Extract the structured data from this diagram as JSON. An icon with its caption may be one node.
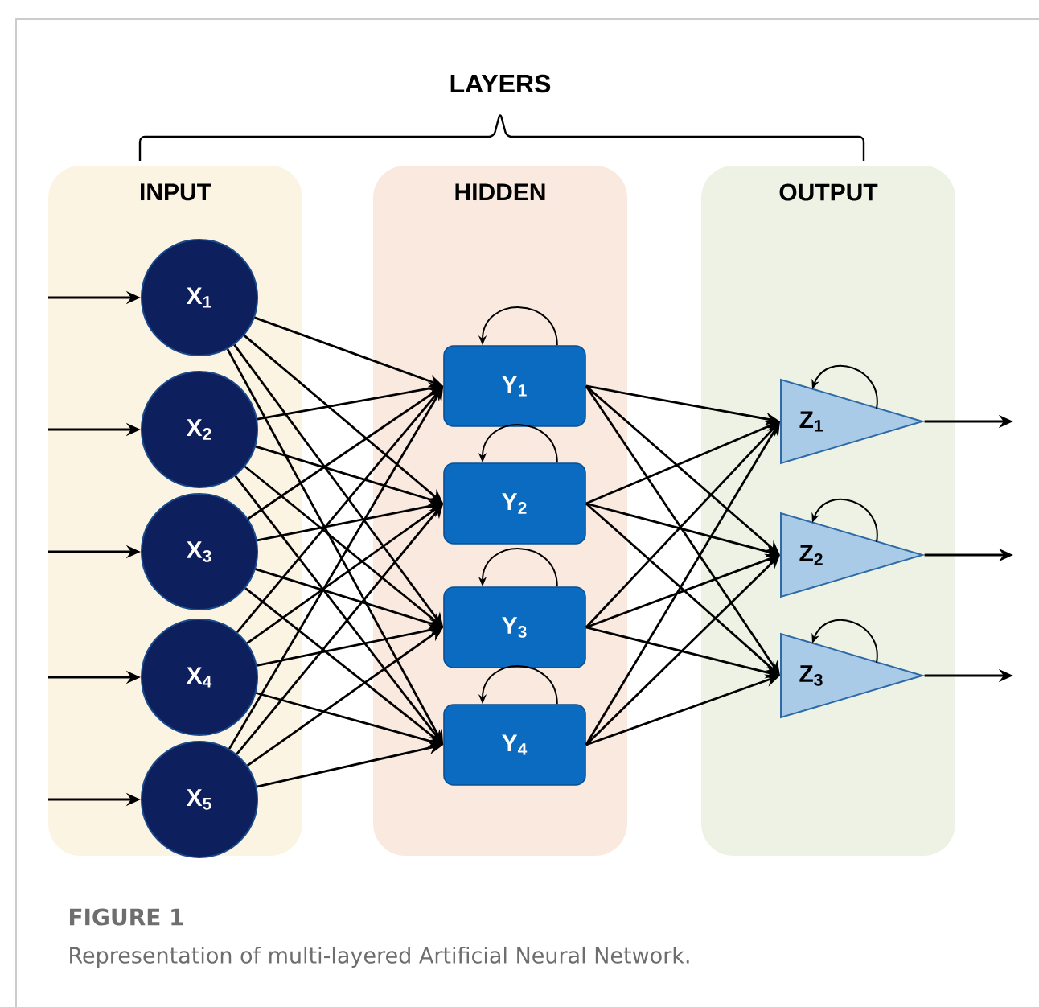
{
  "diagram": {
    "labels": [
      "LAYERS",
      "FIGURE 1"
    ],
    "caption": "Representation of multi-layered Artificial Neural Network.",
    "nodes": [
      {
        "text": [
          "INPUT"
        ]
      },
      {
        "text": [
          "HIDDEN"
        ]
      },
      {
        "text": [
          "OUTPUT"
        ]
      },
      {
        "text": [
          "X$_{1}$"
        ],
        "in": 0
      },
      {
        "text": [
          "X$_{2}$"
        ],
        "in": 0
      },
      {
        "text": [
          "X$_{3}$"
        ],
        "in": 0
      },
      {
        "text": [
          "X$_{4}$"
        ],
        "in": 0
      },
      {
        "text": [
          "X$_{5}$"
        ],
        "in": 0
      },
      {
        "text": [
          "Y$_{1}$"
        ],
        "in": 1
      },
      {
        "text": [
          "Y$_{2}$"
        ],
        "in": 1
      },
      {
        "text": [
          "Y$_{3}$"
        ],
        "in": 1
      },
      {
        "text": [
          "Y$_{4}$"
        ],
        "in": 1
      },
      {
        "text": [
          "Z$_{1}$"
        ],
        "in": 2
      },
      {
        "text": [
          "Z$_{2}$"
        ],
        "in": 2
      },
      {
        "text": [
          "Z$_{3}$"
        ],
        "in": 2
      }
    ],
    "edges": [
      {
        "from": null,
        "to": 3,
        "arrow": "to"
      },
      {
        "from": null,
        "to": 4,
        "arrow": "to"
      },
      {
        "from": null,
        "to": 5,
        "arrow": "to"
      },
      {
        "from": null,
        "to": 6,
        "arrow": "to"
      },
      {
        "from": null,
        "to": 7,
        "arrow": "to"
      },
      {
        "from": 3,
        "to": 8,
        "arrow": "to"
      },
      {
        "from": 3,
        "to": 9,
        "arrow": "to"
      },
      {
        "from": 3,
        "to": 10,
        "arrow": "to"
      },
      {
        "from": 3,
        "to": 11,
        "arrow": "to"
      },
      {
        "from": 4,
        "to": 8,
        "arrow": "to"
      },
      {
        "from": 4,
        "to": 9,
        "arrow": "to"
      },
      {
        "from": 4,
        "to": 10,
        "arrow": "to"
      },
      {
        "from": 4,
        "to": 11,
        "arrow": "to"
      },
      {
        "from": 5,
        "to": 8,
        "arrow": "to"
      },
      {
        "from": 5,
        "to": 9,
        "arrow": "to"
      },
      {
        "from": 5,
        "to": 10,
        "arrow": "to"
      },
      {
        "from": 5,
        "to": 11,
        "arrow": "to"
      },
      {
        "from": 6,
        "to": 8,
        "arrow": "to"
      },
      {
        "from": 6,
        "to": 9,
        "arrow": "to"
      },
      {
        "from": 6,
        "to": 10,
        "arrow": "to"
      },
      {
        "from": 6,
        "to": 11,
        "arrow": "to"
      },
      {
        "from": 7,
        "to": 8,
        "arrow": "to"
      },
      {
        "from": 7,
        "to": 9,
        "arrow": "to"
      },
      {
        "from": 7,
        "to": 10,
        "arrow": "to"
      },
      {
        "from": 7,
        "to": 11,
        "arrow": "to"
      },
      {
        "from": 8,
        "to": 8,
        "arrow": "to"
      },
      {
        "from": 9,
        "to": 9,
        "arrow": "to"
      },
      {
        "from": 10,
        "to": 10,
        "arrow": "to"
      },
      {
        "from": 11,
        "to": 11,
        "arrow": "to"
      },
      {
        "from": 8,
        "to": 12,
        "arrow": "to"
      },
      {
        "from": 8,
        "to": 13,
        "arrow": "to"
      },
      {
        "from": 8,
        "to": 14,
        "arrow": "to"
      },
      {
        "from": 9,
        "to": 12,
        "arrow": "to"
      },
      {
        "from": 9,
        "to": 13,
        "arrow": "to"
      },
      {
        "from": 9,
        "to": 14,
        "arrow": "to"
      },
      {
        "from": 10,
        "to": 12,
        "arrow": "to"
      },
      {
        "from": 10,
        "to": 13,
        "arrow": "to"
      },
      {
        "from": 10,
        "to": 14,
        "arrow": "to"
      },
      {
        "from": 11,
        "to": 12,
        "arrow": "to"
      },
      {
        "from": 11,
        "to": 13,
        "arrow": "to"
      },
      {
        "from": 11,
        "to": 14,
        "arrow": "to"
      },
      {
        "from": 12,
        "to": 12,
        "arrow": "to"
      },
      {
        "from": 13,
        "to": 13,
        "arrow": "to"
      },
      {
        "from": 14,
        "to": 14,
        "arrow": "to"
      },
      {
        "from": 12,
        "to": null,
        "arrow": "to"
      },
      {
        "from": 13,
        "to": null,
        "arrow": "to"
      },
      {
        "from": 14,
        "to": null,
        "arrow": "to"
      }
    ]
  }
}
